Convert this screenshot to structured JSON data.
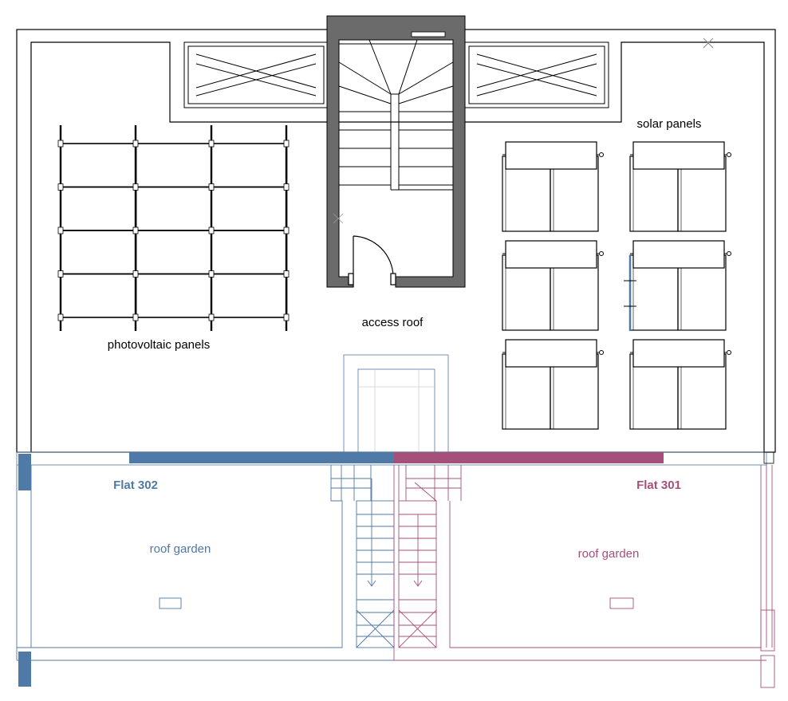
{
  "labels": {
    "photovoltaic": "photovoltaic panels",
    "access": "access roof",
    "solar": "solar panels",
    "flat_left_title": "Flat 302",
    "flat_left_sub": "roof garden",
    "flat_right_title": "Flat 301",
    "flat_right_sub": "roof garden"
  },
  "colors": {
    "line": "#000000",
    "wall_fill": "#6b6b6b",
    "flat_302": "#4f79a6",
    "flat_301": "#a64f7b",
    "light_line": "#9aa6b2"
  },
  "legend": {
    "photovoltaic_grid": {
      "rows": 4,
      "cols": 3
    },
    "solar_units": {
      "rows": 3,
      "cols": 2
    }
  }
}
